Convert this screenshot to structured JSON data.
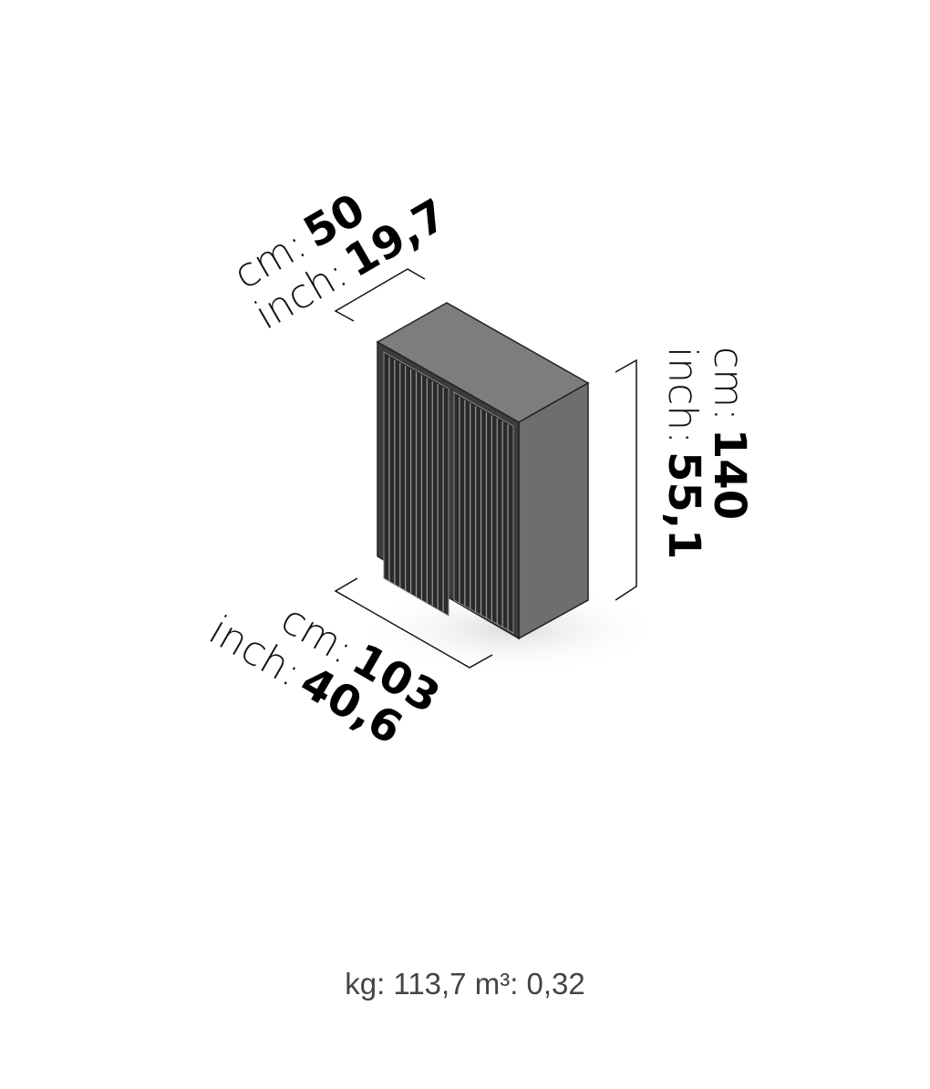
{
  "dimensions": {
    "depth": {
      "cm_label": "cm:",
      "cm_value": "50",
      "inch_label": "inch:",
      "inch_value": "19,7"
    },
    "height": {
      "cm_label": "cm:",
      "cm_value": "140",
      "inch_label": "inch:",
      "inch_value": "55,1"
    },
    "width": {
      "cm_label": "cm:",
      "cm_value": "103",
      "inch_label": "inch:",
      "inch_value": "40,6"
    }
  },
  "footer": {
    "weight": "kg: 113,7",
    "volume": "m³: 0,32"
  },
  "colors": {
    "wood_top": "#7a7a7a",
    "wood_side": "#6b6b6b",
    "front": "#3a3a3a",
    "line": "#111111"
  }
}
